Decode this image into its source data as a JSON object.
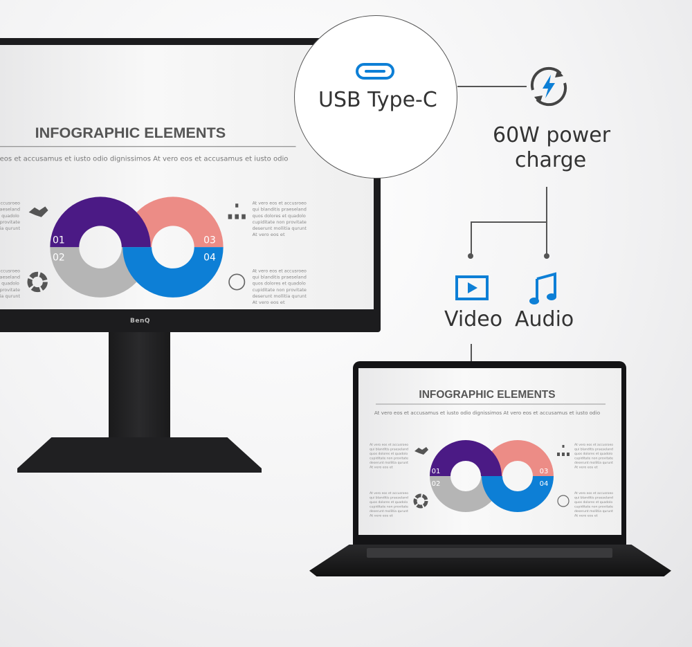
{
  "infographic": {
    "title": "INFOGRAPHIC ELEMENTS",
    "subtitle": "At vero eos et accusamus et iusto  odio  dignissimos  At vero eos et accusamus et iusto  odio",
    "segments": [
      {
        "label": "01",
        "color": "#4b1a85"
      },
      {
        "label": "02",
        "color": "#b5b5b5"
      },
      {
        "label": "03",
        "color": "#ec8c86"
      },
      {
        "label": "04",
        "color": "#0d7fd6"
      }
    ],
    "body_text": [
      "At vero eos et accusroeo",
      "qui blanditis praeseland",
      "quos dolores et quadolo",
      "cupiditate non provitate",
      "deserunt mollitia qurunt",
      "At vero eos et"
    ],
    "icons": [
      "handshake-icon",
      "pie-chart-icon",
      "org-chart-icon",
      "globe-icon"
    ]
  },
  "monitor": {
    "brand": "BenQ"
  },
  "features": {
    "usb": {
      "label": "USB Type-C",
      "icon": "usb-c-icon"
    },
    "power": {
      "line1": "60W power",
      "line2": "charge",
      "icon": "charging-icon"
    },
    "video": {
      "label": "Video",
      "icon": "video-play-icon"
    },
    "audio": {
      "label": "Audio",
      "icon": "music-note-icon"
    }
  },
  "colors": {
    "accent": "#0d7fd6",
    "line": "#555555"
  }
}
